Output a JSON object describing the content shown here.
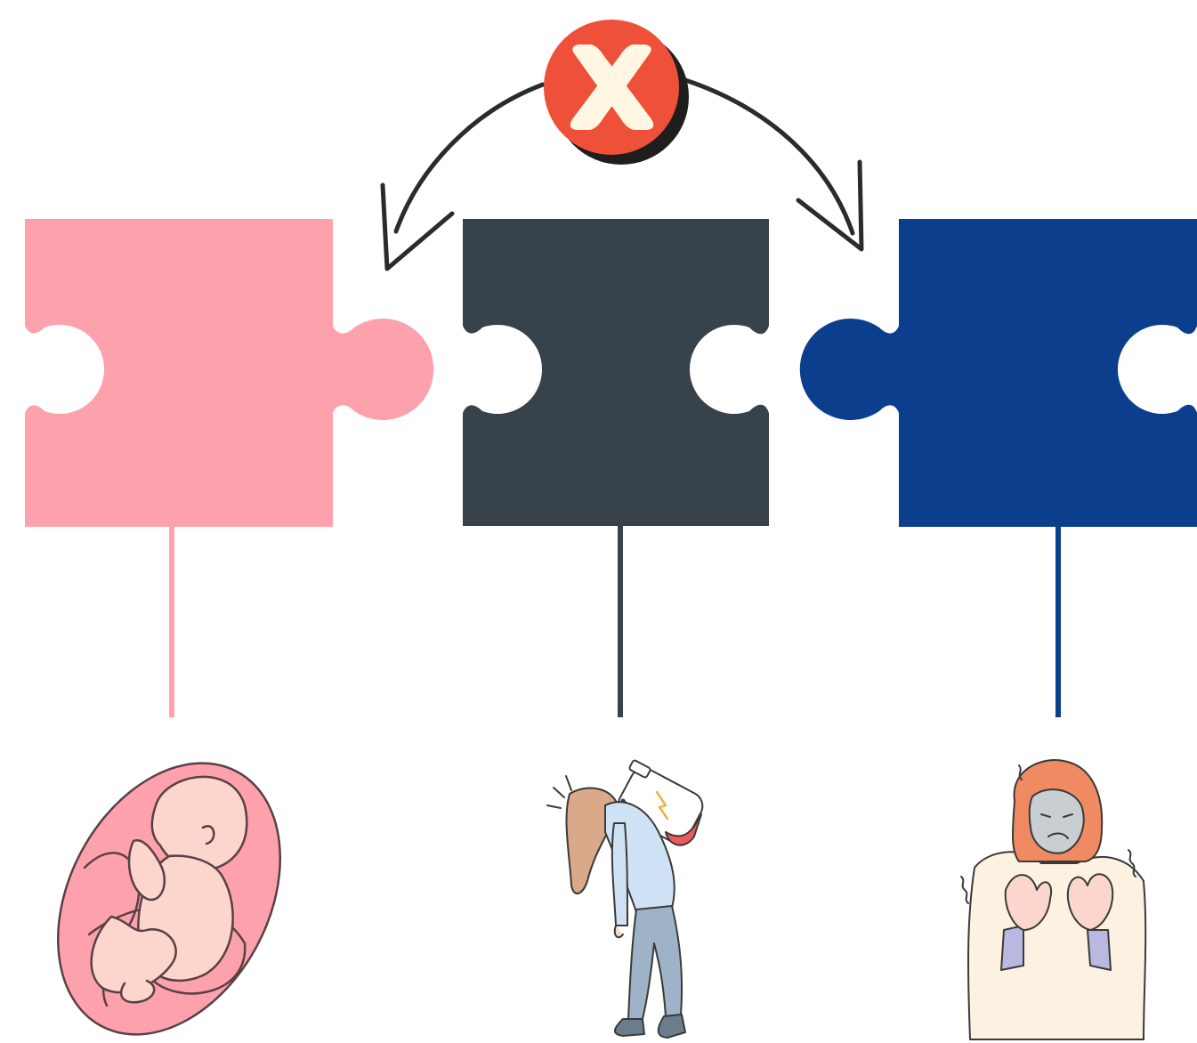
{
  "colors": {
    "background": "#ffffff",
    "piece_pink": "#fda2ad",
    "piece_charcoal": "#38424b",
    "piece_navy": "#0b3f8e",
    "arrow": "#2b2b2b",
    "x_badge": "#ee5039",
    "x_badge_shadow": "#1e1e1e",
    "x_mark": "#fff7e1"
  },
  "badge": {
    "icon": "x-mark-icon"
  },
  "pieces": [
    {
      "id": "pink",
      "color_key": "piece_pink",
      "icon": "fetus-in-womb-icon"
    },
    {
      "id": "charcoal",
      "color_key": "piece_charcoal",
      "icon": "exhausted-woman-low-battery-icon"
    },
    {
      "id": "navy",
      "color_key": "piece_navy",
      "icon": "shivering-woman-in-blanket-icon"
    }
  ]
}
